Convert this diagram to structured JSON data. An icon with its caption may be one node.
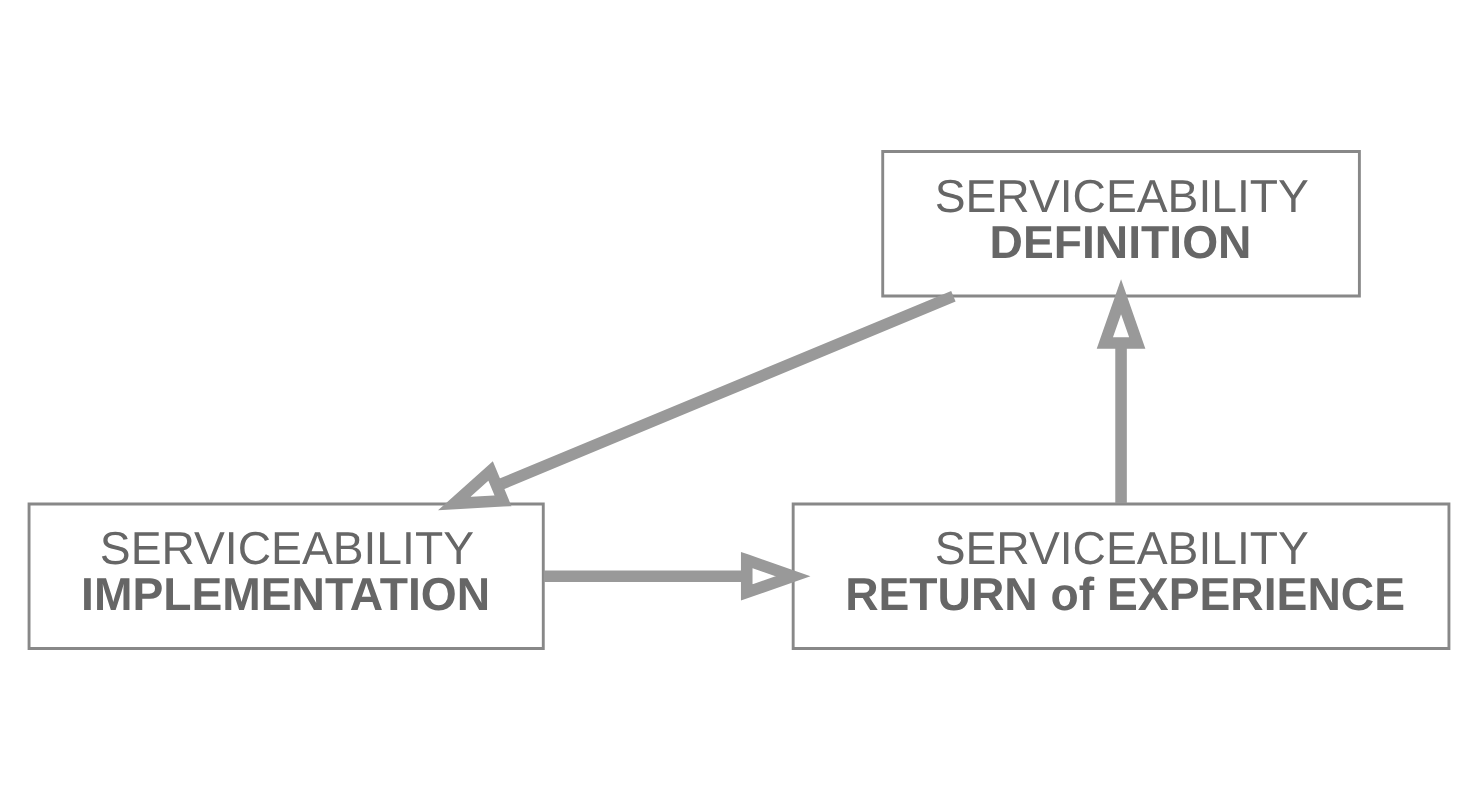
{
  "diagram": {
    "nodes": [
      {
        "text": [
          "SERVICEABILITY",
          "DEFINITION"
        ]
      },
      {
        "text": [
          "SERVICEABILITY",
          "IMPLEMENTATION"
        ]
      },
      {
        "text": [
          "SERVICEABILITY",
          "RETURN of EXPERIENCE"
        ]
      }
    ],
    "edges": [
      {
        "from": 2,
        "to": 0,
        "arrow": "to"
      },
      {
        "from": 0,
        "to": 1,
        "arrow": "to"
      },
      {
        "from": 1,
        "to": 2,
        "arrow": "to"
      }
    ]
  }
}
